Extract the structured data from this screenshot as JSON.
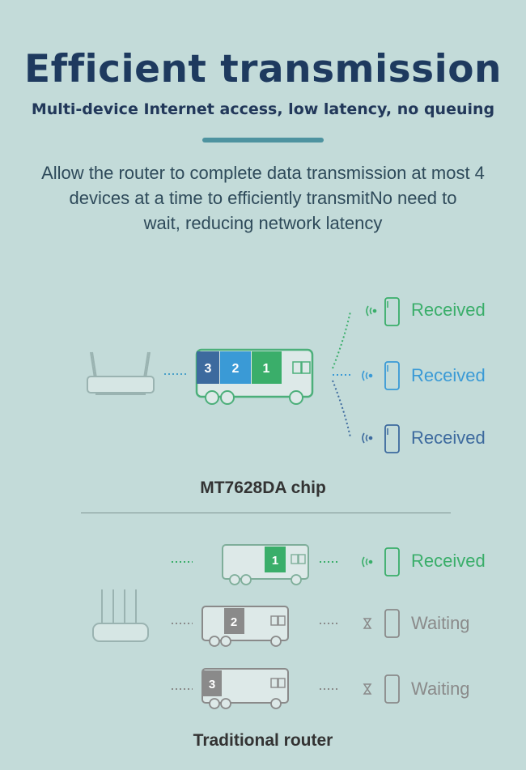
{
  "header": {
    "title": "Efficient transmission",
    "subtitle": "Multi-device Internet access, low latency, no queuing"
  },
  "description": {
    "line1": "Allow the router to complete data transmission at most 4",
    "line2": "devices at a time to efficiently transmitNo need to",
    "line3": "wait, reducing network latency"
  },
  "mt_section": {
    "label": "MT7628DA chip",
    "truck_slots": [
      "3",
      "2",
      "1"
    ],
    "devices": [
      {
        "status": "Received",
        "color": "#3aae6a"
      },
      {
        "status": "Received",
        "color": "#3a9ad6"
      },
      {
        "status": "Received",
        "color": "#3d6a9e"
      }
    ]
  },
  "traditional_section": {
    "label": "Traditional router",
    "trucks": [
      {
        "slot": "1",
        "status": "Received",
        "slot_color": "#3aae6a"
      },
      {
        "slot": "2",
        "status": "Waiting",
        "slot_color": "#8a8a8a"
      },
      {
        "slot": "3",
        "status": "Waiting",
        "slot_color": "#8a8a8a"
      }
    ]
  },
  "colors": {
    "background": "#c3dbd9",
    "title": "#1e3a5f",
    "accent": "#4e93a0",
    "green": "#3aae6a",
    "blue": "#3a9ad6",
    "navy": "#3d6a9e",
    "gray": "#8a8a8a"
  },
  "icons": [
    "router-icon",
    "truck-icon",
    "phone-icon",
    "wifi-signal-icon",
    "hourglass-icon"
  ]
}
